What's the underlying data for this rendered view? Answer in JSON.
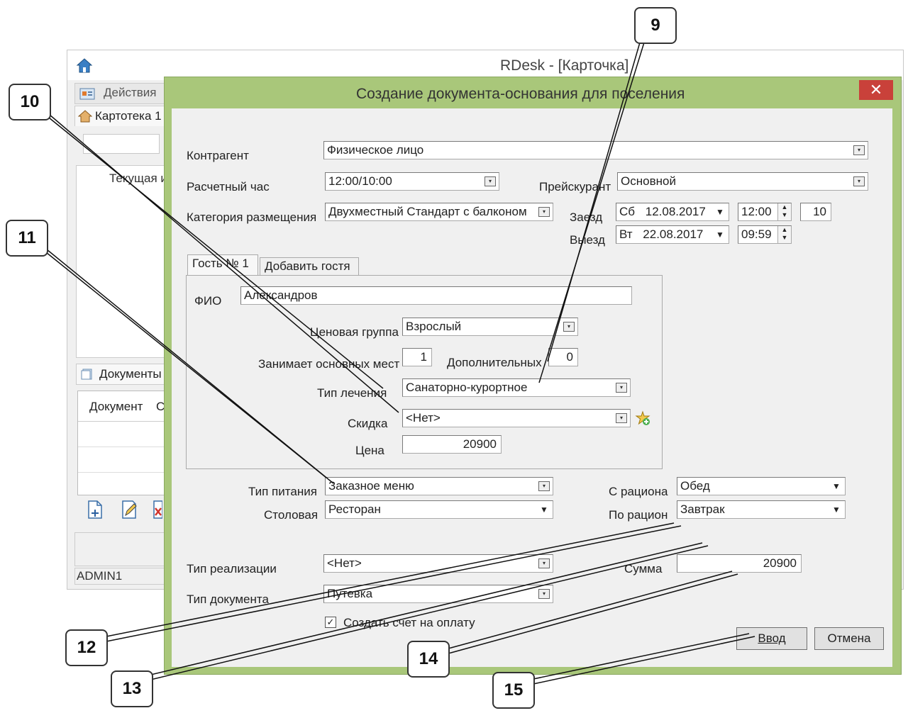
{
  "app": {
    "title": "RDesk - [Карточка]",
    "menu_actions": "Действия",
    "tab_kartoteka": "Картотека 1",
    "current_label": "Текущая и",
    "documents_tab": "Документы",
    "doc_table_headers": [
      "Документ",
      "С"
    ],
    "status_user": "ADMIN1"
  },
  "dialog": {
    "title": "Создание документа-основания для поселения",
    "close": "✕",
    "kontragent_label": "Контрагент",
    "kontragent_value": "Физическое лицо",
    "raschet_label": "Расчетный час",
    "raschet_value": "12:00/10:00",
    "preiskurant_label": "Прейскурант",
    "preiskurant_value": "Основной",
    "kategoria_label": "Категория размещения",
    "kategoria_value": "Двухместный Стандарт с балконом",
    "zaezd_label": "Заезд",
    "zaezd_day": "Сб",
    "zaezd_date": "12.08.2017",
    "zaezd_time": "12:00",
    "nights": "10",
    "vyezd_label": "Выезд",
    "vyezd_day": "Вт",
    "vyezd_date": "22.08.2017",
    "vyezd_time": "09:59",
    "tab_guest": "Гость № 1",
    "tab_add_guest": "Добавить гостя",
    "fio_label": "ФИО",
    "fio_value": "Александров",
    "cenovaya_label": "Ценовая группа",
    "cenovaya_value": "Взрослый",
    "osnovnyh_label": "Занимает основных мест",
    "osnovnyh_value": "1",
    "dop_label": "Дополнительных",
    "dop_value": "0",
    "lechenie_label": "Тип лечения",
    "lechenie_value": "Санаторно-курортное",
    "skidka_label": "Скидка",
    "skidka_value": "<Нет>",
    "cena_label": "Цена",
    "cena_value": "20900",
    "pitanie_label": "Тип питания",
    "pitanie_value": "Заказное меню",
    "stolovaya_label": "Столовая",
    "stolovaya_value": "Ресторан",
    "s_raciona_label": "С рациона",
    "s_raciona_value": "Обед",
    "po_racion_label": "По рацион",
    "po_racion_value": "Завтрак",
    "realizacia_label": "Тип реализации",
    "realizacia_value": "<Нет>",
    "summa_label": "Сумма",
    "summa_value": "20900",
    "tipdoc_label": "Тип документа",
    "tipdoc_value": "Путевка",
    "checkbox_label": "Создать счет на оплату",
    "ok_button": "Ввод",
    "cancel_button": "Отмена"
  },
  "callouts": [
    "9",
    "10",
    "11",
    "12",
    "13",
    "14",
    "15"
  ]
}
